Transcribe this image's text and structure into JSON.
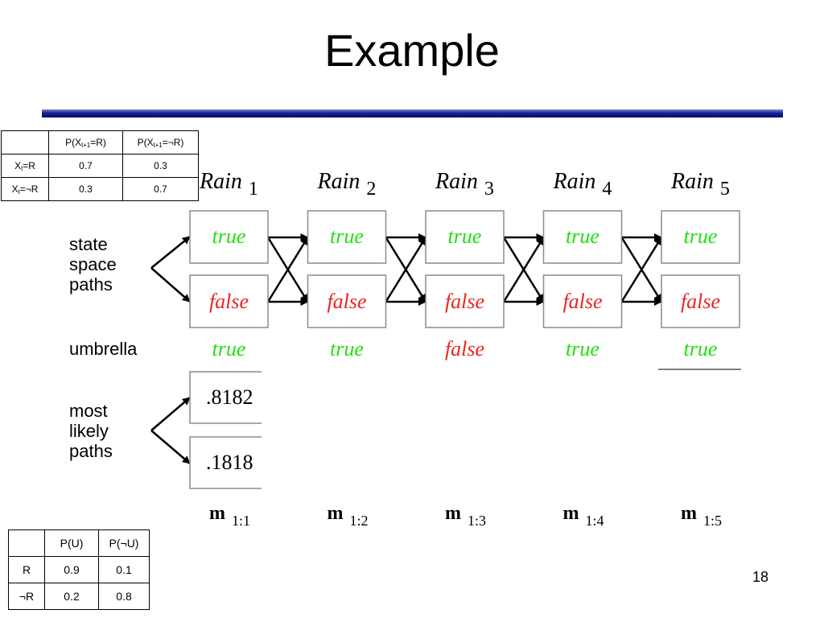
{
  "slide": {
    "title": "Example",
    "page_number": "18"
  },
  "transition_table": {
    "header": {
      "blank": "",
      "col1_pre": "P(X",
      "col1_sub": "t+1",
      "col1_post": "=R)",
      "col2_pre": "P(X",
      "col2_sub": "t+1",
      "col2_post": "=¬R)"
    },
    "rows": [
      {
        "label_pre": "X",
        "label_sub": "t",
        "label_post": "=R",
        "v1": "0.7",
        "v2": "0.3"
      },
      {
        "label_pre": "X",
        "label_sub": "t",
        "label_post": "=¬R",
        "v1": "0.3",
        "v2": "0.7"
      }
    ]
  },
  "sensor_table": {
    "header": {
      "blank": "",
      "col1": "P(U)",
      "col2": "P(¬U)"
    },
    "rows": [
      {
        "label": "R",
        "v1": "0.9",
        "v2": "0.1"
      },
      {
        "label": "¬R",
        "v1": "0.2",
        "v2": "0.8"
      }
    ]
  },
  "diagram": {
    "left_labels": {
      "state_space_paths": [
        "state",
        "space",
        "paths"
      ],
      "umbrella": "umbrella",
      "most_likely_paths": [
        "most",
        "likely",
        "paths"
      ]
    },
    "columns": [
      {
        "rain_word": "Rain",
        "rain_sub": "1",
        "state_true": "true",
        "state_false": "false",
        "umbrella": "true",
        "msg_m": "m",
        "msg_sub": "1:1"
      },
      {
        "rain_word": "Rain",
        "rain_sub": "2",
        "state_true": "true",
        "state_false": "false",
        "umbrella": "true",
        "msg_m": "m",
        "msg_sub": "1:2"
      },
      {
        "rain_word": "Rain",
        "rain_sub": "3",
        "state_true": "true",
        "state_false": "false",
        "umbrella": "false",
        "msg_m": "m",
        "msg_sub": "1:3"
      },
      {
        "rain_word": "Rain",
        "rain_sub": "4",
        "state_true": "true",
        "state_false": "false",
        "umbrella": "true",
        "msg_m": "m",
        "msg_sub": "1:4"
      },
      {
        "rain_word": "Rain",
        "rain_sub": "5",
        "state_true": "true",
        "state_false": "false",
        "umbrella": "true",
        "msg_m": "m",
        "msg_sub": "1:5"
      }
    ],
    "most_likely_values": [
      ".8182",
      ".1818"
    ],
    "colors": {
      "true": "#22e010",
      "false": "#ee2222",
      "box_border": "#8c8c8c"
    }
  }
}
